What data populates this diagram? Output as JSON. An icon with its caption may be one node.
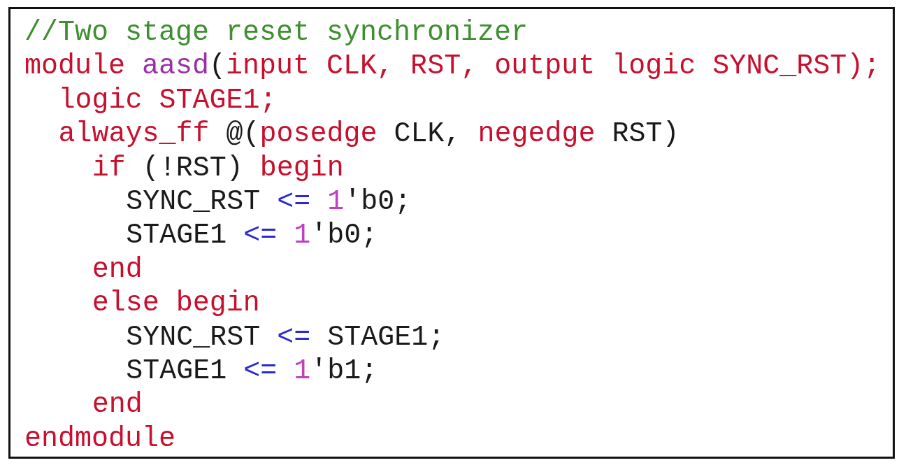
{
  "diagram": {
    "labels": [
      "//Two stage reset synchronizer",
      "module aasd(input CLK, RST, output logic SYNC_RST);",
      "logic STAGE1;",
      "always_ff @(posedge CLK, negedge RST)",
      "if (!RST) begin",
      "SYNC_RST <= 1'b0;",
      "STAGE1 <= 1'b0;",
      "end",
      "else begin",
      "SYNC_RST <= STAGE1;",
      "STAGE1 <= 1'b1;",
      "end",
      "endmodule"
    ]
  }
}
